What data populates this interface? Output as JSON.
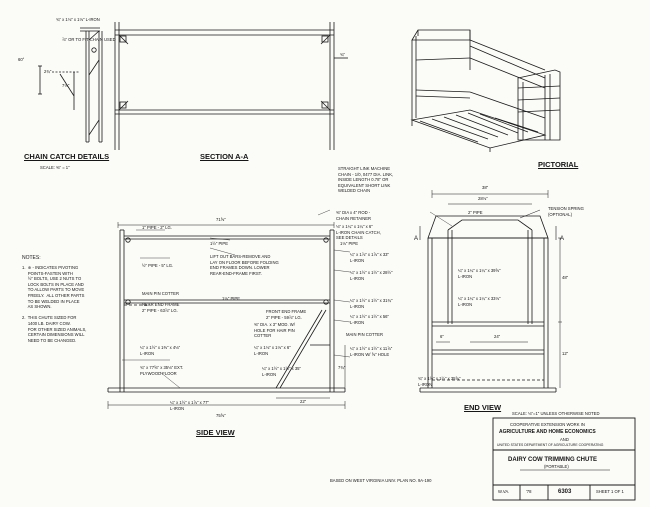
{
  "sections": {
    "chain_catch": {
      "title": "CHAIN CATCH DETAILS",
      "scale": "SCALE: ⅜\" = 1\"",
      "labels": [
        "¾\" x 1⅛\" x 1⅛\" L-IRON",
        "⅞\" OR TO FIT CHAIN USED",
        "60°",
        "2¾\"",
        "7⅛\""
      ]
    },
    "section_aa": {
      "title": "SECTION A-A",
      "labels": [
        "¾\""
      ]
    },
    "pictorial": {
      "title": "PICTORIAL"
    },
    "side_view": {
      "title": "SIDE VIEW",
      "labels": {
        "overall_top": "71⅝\"",
        "overall_bottom": "75⅝\"",
        "pipe_1": "1\" PIPE - 2\" LG.",
        "pipe_2": "½\" PIPE - 5\" LG.",
        "pipe_3": "1½\" PIPE",
        "pipe_4": "1⅛\" PIPE",
        "lift_out": "LIFT OUT BARS-REMOVE AND\nLAY ON FLOOR BEFORE FOLDING\nEND FRAMES DOWN. LOWER\nREAR-END-FRAME FIRST.",
        "main_pin": "MAIN PIN COTTER",
        "rear_frame": "REAR END FRAME\n2\" PIPE - 63⅞\" LG.",
        "front_frame": "FRONT END FRAME\n2\" PIPE - 59⅞\" LG.",
        "flat_bar": "⅜\" DIA. x 3\" MOD. W/\nHOLE FOR HAIR PIN\nCOTTER",
        "iron_a": "¼\" x 1½\" x 1⅜\" x 4⅛\"\nL-IRON",
        "iron_b": "¼\" x 1⅛\" x 1⅛\" x 6\"\nL-IRON",
        "floor": "¾\" x 77⅝\" x 35⅛\" EXT.\nPLYWOOD FLOOR",
        "iron_c": "¼\" x 1½\" x 1½\" x 35\"\nL-IRON",
        "iron_d": "¼\" x 1½\" x 1⅞\" x 77\"\nL-IRON",
        "right_1": "⅜\" DIA x 4\" ROD -\nCHAIN RETAINER",
        "right_2": "⅛\" x 1¼\" x 1¼\" x 6\"\nL-IRON CHAIN CATCH,\nSEE DETAILS",
        "right_3": "1⅛\" PIPE",
        "right_4": "¼\" x 1⅞\" x 1⅞\" x 33\"\nL-IRON",
        "right_5": "¼\" x 1½\" x 1½\" x 28½\"\nL-IRON",
        "right_6": "¼\" x 1½\" x 1½\" x 31¾\"\nL-IRON",
        "right_7": "¼\" x 1½\" x 1½\" x 56\"\nL-IRON",
        "main_pin_2": "MAIN PIN COTTER",
        "right_8": "¼\" x 1½\" x 1½\" x 11⅞\"\nL-IRON W/ ⅝\" HOLE",
        "dim_22": "22\"",
        "dim_side": "7¾\""
      }
    },
    "end_view": {
      "title": "END VIEW",
      "labels": {
        "chain": "STRAIGHT LINK MACHINE\nCHAIN - 1/0, 0477 DIA. LINK,\nINSIDE LENGTH 0.78\" OR\nEQUIVALENT SHORT LINK\nWELDED CHAIN",
        "spring": "TENSION SPRING\n(OPTIONAL)",
        "dim_38": "38\"",
        "dim_28": "28⅛\"",
        "pipe_2": "2\" PIPE",
        "iron_v": "¼\" x 1¼\" x 1¼\" x 39⅝\"\nL-IRON",
        "iron_v2": "¼\" x 1¼\" x 1¼\" x 33⅛\"\nL-IRON",
        "iron_bottom": "¾\" x 1½\" x 1½\" x 35⅝\"\nL-IRON",
        "dim_6": "6\"",
        "dim_24": "24\"",
        "dim_48": "48\"",
        "dim_12": "12\"",
        "section_mark": "A"
      }
    }
  },
  "notes": {
    "title": "NOTES:",
    "body": "1.  ⊕ - INDICATES PIVOTING\n     POINTS-FASTEN WITH\n     ½\" BOLTS, USE 2 NUTS TO\n     LOCK BOLTS IN PLACE AND\n     TO ALLOW PARTS TO MOVE\n     FREELY.  ALL OTHER PARTS\n     TO BE WELDED IN PLACE\n     AS SHOWN.\n\n2.  THIS CHUTE SIZED FOR\n     1400 LB. DAIRY COW.\n     FOR OTHER SIZED ANIMALS,\n     CERTAIN DIMENSIONS WILL\n     NEED TO BE CHANGED."
  },
  "title_block": {
    "scale_note": "SCALE: ⅛\"=1\" UNLESS OTHERWISE NOTED",
    "org_1": "COOPERATIVE EXTENSION WORK IN",
    "org_2": "AGRICULTURE AND HOME ECONOMICS",
    "org_3": "AND",
    "org_4": "UNITED STATES DEPARTMENT OF AGRICULTURE COOPERATING",
    "title": "DAIRY COW TRIMMING CHUTE",
    "subtitle": "(PORTABLE)",
    "drawn": "W.VA.",
    "year": "'78",
    "number": "6303",
    "sheet": "SHEET 1 OF 1",
    "based_on": "BASED ON  WEST VIRGINIA UNIV. PLAN NO. 9A-190"
  }
}
